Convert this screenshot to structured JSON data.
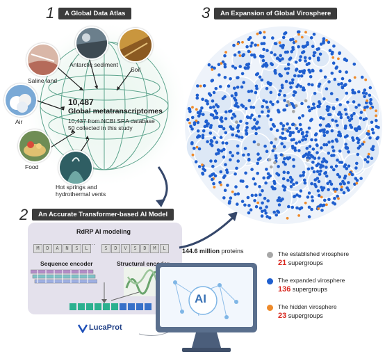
{
  "sections": {
    "atlas": {
      "number": "1",
      "title": "A Global Data Atlas"
    },
    "model": {
      "number": "2",
      "title": "An Accurate Transformer-based AI Model"
    },
    "virosphere": {
      "number": "3",
      "title": "An Expansion of Global Virosphere"
    }
  },
  "atlas": {
    "count": "10,487",
    "count_label": "Global metatranscriptomes",
    "sub1": "10,437 from NCBI SRA database",
    "sub2": "50 collected in this study",
    "habitats": {
      "saline": "Saline land",
      "antarctic": "Antarctic sediment",
      "soil": "Soil",
      "air": "Air",
      "food": "Food",
      "hot1": "Hot springs and",
      "hot2": "hydrothermal vents"
    }
  },
  "model": {
    "box_title": "RdRP AI modeling",
    "seq_left": [
      "M",
      "D",
      "A",
      "N",
      "S",
      "L"
    ],
    "ellipsis": "···",
    "seq_right": [
      "S",
      "D",
      "V",
      "S",
      "D",
      "M",
      "L"
    ],
    "seq_encoder": "Sequence encoder",
    "struct_encoder": "Structural encoder",
    "brand": "LucaProt",
    "monitor_label": "AI"
  },
  "proteins": {
    "value": "144.6 million",
    "unit": " proteins"
  },
  "legend": [
    {
      "label": "The established virosphere",
      "count": "21",
      "unit": " supergroups",
      "color": "#a7a7a7"
    },
    {
      "label": "The expanded virosphere",
      "count": "136",
      "unit": " supergroups",
      "color": "#1f5fcf"
    },
    {
      "label": "The hidden virosphere",
      "count": "23",
      "unit": " supergroups",
      "color": "#ee8a2a"
    }
  ],
  "colors": {
    "blue": "#1f5fcf",
    "grey": "#a7a7a7",
    "orange": "#ee8a2a",
    "accent_red": "#d8271e",
    "cell_bg": "#dde8f6",
    "globe": "#4f9a84"
  }
}
